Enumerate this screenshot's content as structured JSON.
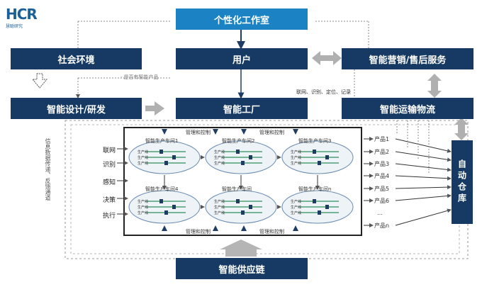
{
  "boxes": {
    "personal_studio": "个性化工作室",
    "social_env": "社会环境",
    "user": "用户",
    "marketing": "智能营销/售后服务",
    "design": "智能设计/研发",
    "factory": "智能工厂",
    "logistics": "智能运输物流",
    "supply_chain": "智能供应链",
    "warehouse": "自动仓库"
  },
  "logo": {
    "text": "HCR",
    "sub": "慧聪研究"
  },
  "labels": {
    "smart_product": "· 是否有智能产品",
    "network_label": "联网、识别、定位、记录",
    "mgmt_top_1": "管理和控制",
    "mgmt_top_2": "管理和控制",
    "mgmt_bottom_1": "管理和控制",
    "mgmt_bottom_2": "管理和控制",
    "info_flow": "信息数据传递、反馈通道"
  },
  "workshops": [
    "智能生产车间1",
    "智能生产车间2",
    "智能生产车间3",
    "智能生产车间4",
    "智能生产车间",
    "智能生产车间n"
  ],
  "line_label": "生产线",
  "side_labels": [
    "联网",
    "识别",
    "感知",
    "决策",
    "执行"
  ],
  "products": [
    "产品1",
    "产品2",
    "产品3",
    "产品4",
    "产品5",
    "产品6",
    "…",
    "产品n"
  ]
}
